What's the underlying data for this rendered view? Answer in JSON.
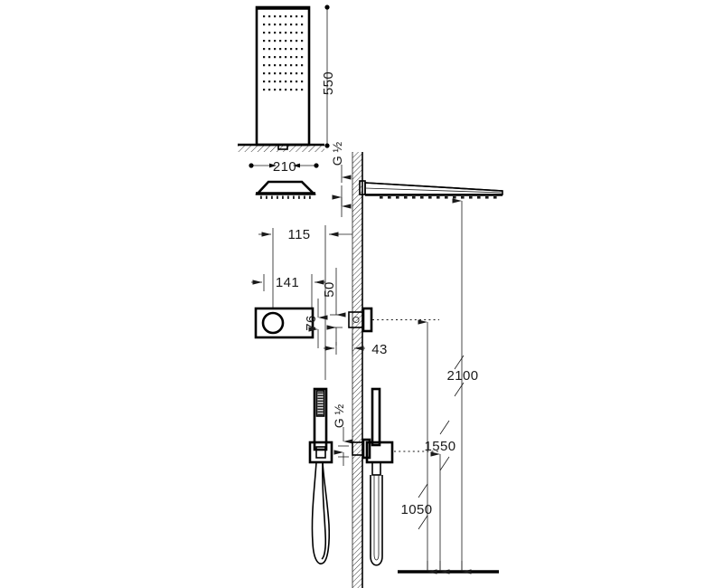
{
  "drawing": {
    "title": "Shower system installation drawing",
    "units": "mm",
    "line_color": "#000000",
    "text_color": "#1a1a1a",
    "background": "#ffffff"
  },
  "dimensions": {
    "panel_height": "550",
    "panel_width": "210",
    "offset_115": "115",
    "offset_141": "141",
    "offset_50": "50",
    "offset_76": "76",
    "offset_43": "43",
    "height_2100": "2100",
    "height_1550": "1550",
    "height_1050": "1050"
  },
  "connections": {
    "top_thread": "G ½",
    "bottom_thread": "G ½"
  },
  "components": [
    {
      "name": "rain-shower-panel",
      "label": "Rectangular rain shower panel, front view"
    },
    {
      "name": "rain-shower-panel-side",
      "label": "Rain shower panel, side view"
    },
    {
      "name": "overhead-shower-arm",
      "label": "Ceiling / wall overhead shower arm"
    },
    {
      "name": "thermostatic-valve-plate",
      "label": "Thermostatic valve control plate, front view"
    },
    {
      "name": "thermostatic-valve-side",
      "label": "Thermostatic valve, side section view"
    },
    {
      "name": "hand-shower-front",
      "label": "Hand shower with holder and hose, front view"
    },
    {
      "name": "hand-shower-side",
      "label": "Hand shower with holder and hose, side view"
    },
    {
      "name": "wall-section",
      "label": "Hatched wall section"
    },
    {
      "name": "floor-line",
      "label": "Finished floor level line"
    },
    {
      "name": "ceiling-line",
      "label": "Ceiling / soffit hatched line"
    }
  ]
}
